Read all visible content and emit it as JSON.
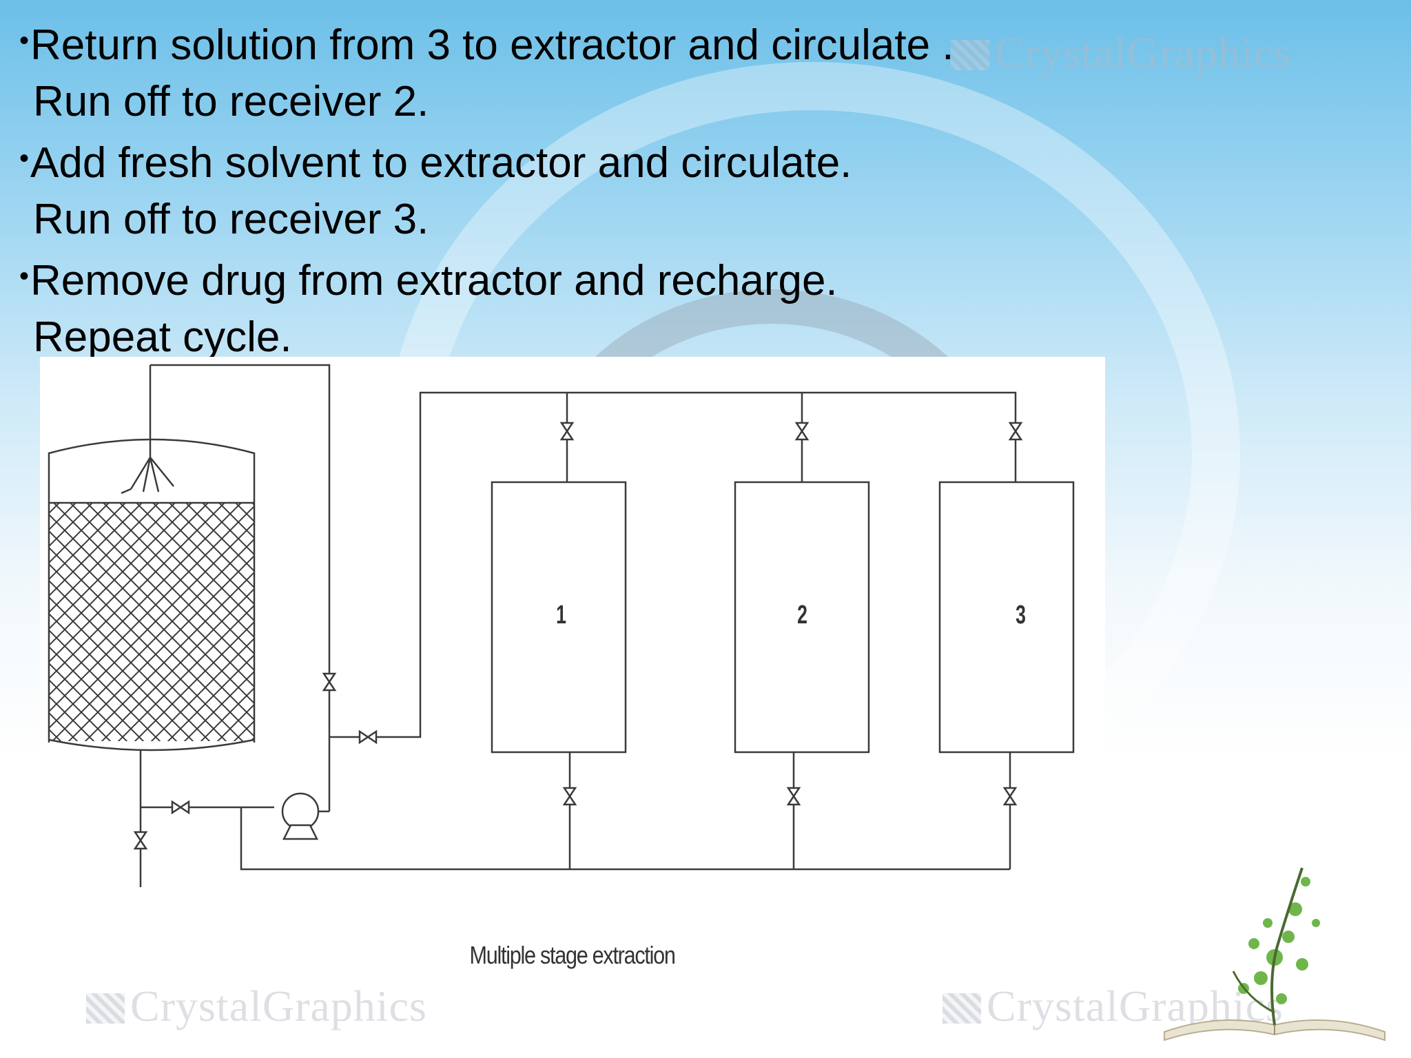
{
  "slide": {
    "bullets": [
      {
        "text": "Return solution from 3 to extractor and circulate .",
        "bullet": "•"
      },
      {
        "text": "Run off to receiver 2.",
        "bullet": ""
      },
      {
        "text": "Add fresh solvent to extractor and circulate.",
        "bullet": "•"
      },
      {
        "text": "Run off to receiver 3.",
        "bullet": ""
      },
      {
        "text": "Remove drug from extractor and recharge.",
        "bullet": "•"
      },
      {
        "text": "Repeat cycle.",
        "bullet": ""
      }
    ]
  },
  "diagram": {
    "caption": "Multiple stage extraction",
    "receivers": [
      {
        "label": "1"
      },
      {
        "label": "2"
      },
      {
        "label": "3"
      }
    ]
  },
  "watermark": {
    "text": "CrystalGraphics"
  },
  "colors": {
    "line": "#3a3a3a",
    "sky_top": "#6cbfe8"
  }
}
